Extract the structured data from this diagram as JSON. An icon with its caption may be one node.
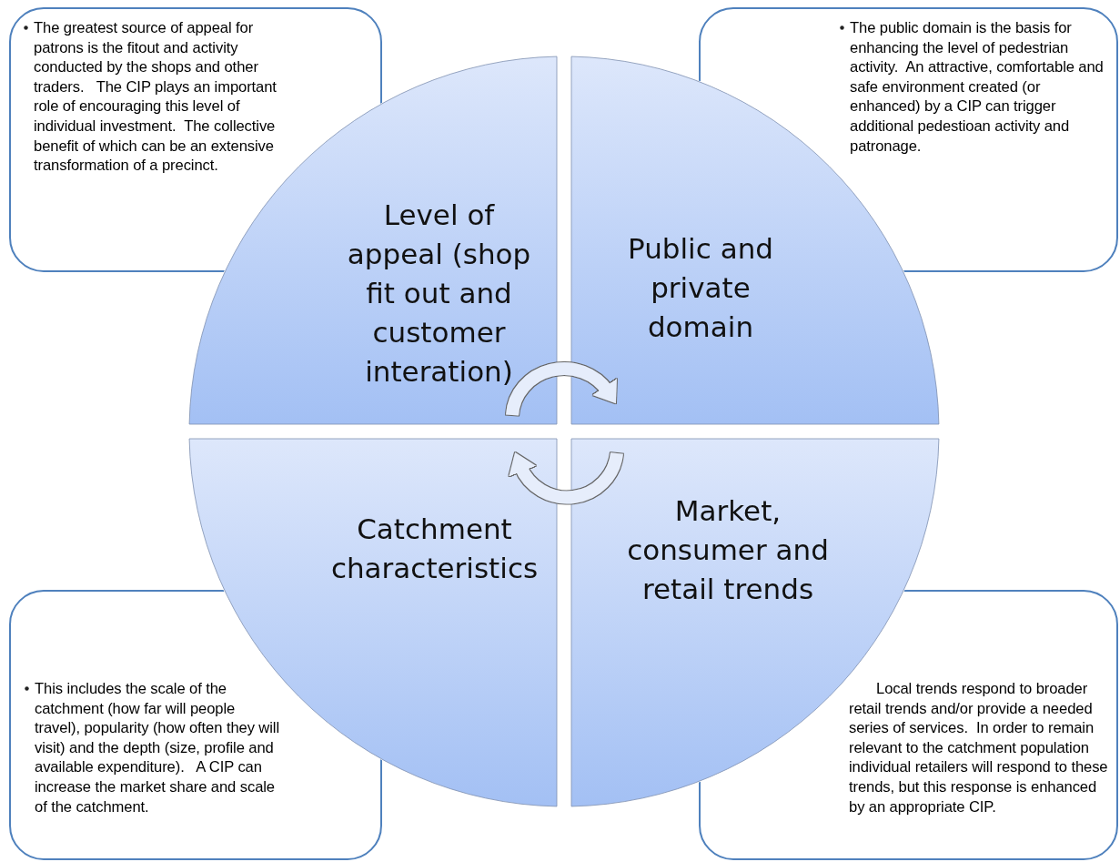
{
  "diagram": {
    "nodes": [
      {
        "text": [
          "The greatest source of appeal for patrons is the fitout and activity conducted by the shops and other traders.   The CIP plays an important role of encouraging this level of individual investment.  The collective benefit of which can be an extensive transformation of a precinct."
        ]
      },
      {
        "text": [
          "The public domain is the basis for enhancing the level of pedestrian activity.  An attractive, comfortable and safe environment created (or enhanced) by a CIP can trigger additional pedestioan activity and patronage."
        ]
      },
      {
        "text": [
          "Level of appeal (shop fit out and customer interation)"
        ]
      },
      {
        "text": [
          "Public and private domain"
        ]
      },
      {
        "text": [
          "Catchment characteristics"
        ]
      },
      {
        "text": [
          "Market, consumer and retail trends"
        ]
      },
      {
        "text": [
          "This includes the scale of the catchment (how far will people travel), popularity (how often they will visit) and the depth (size, profile and available expenditure).   A CIP can increase the market share and scale of the catchment."
        ]
      },
      {
        "text": [
          "Local trends respond to broader retail trends and/or provide a needed series of services.  In order to remain relevant to the catchment population individual retailers will respond to these trends, but this response is enhanced by an appropriate CIP."
        ]
      }
    ],
    "edges": [
      {
        "from": 2,
        "to": 3,
        "arrow": "to"
      },
      {
        "from": 5,
        "to": 4,
        "arrow": "to"
      }
    ]
  }
}
